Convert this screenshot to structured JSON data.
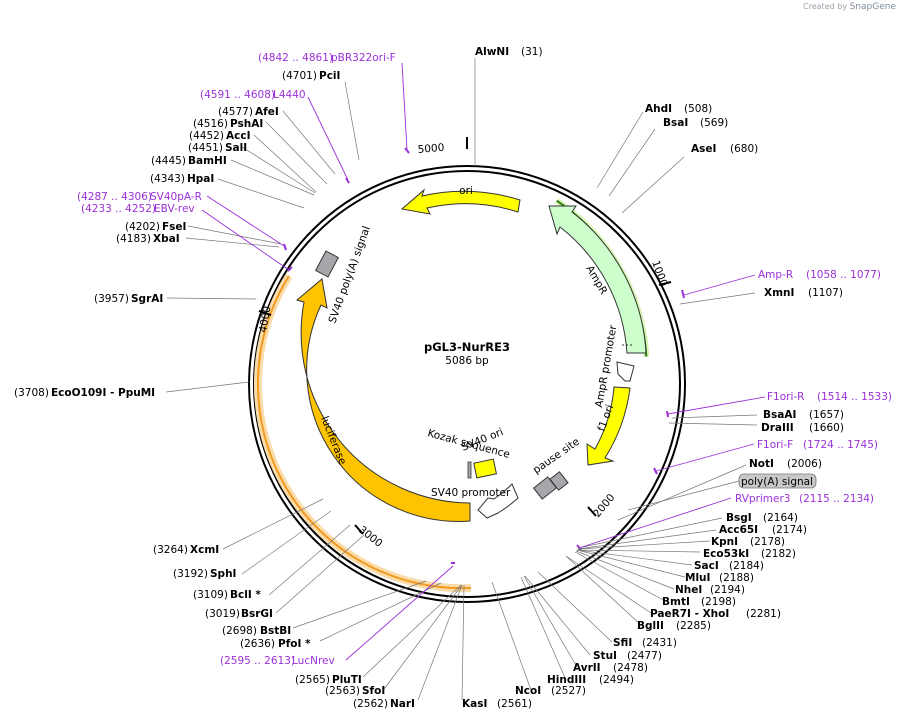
{
  "credit": {
    "prefix": "Created by",
    "brand": "SnapGene"
  },
  "plasmid": {
    "name": "pGL3-NurRE3",
    "length": "5086 bp",
    "bp": 5086
  },
  "ticks": [
    "1000",
    "2000",
    "3000",
    "4000",
    "5000"
  ],
  "enzymes": [
    {
      "name": "AlwNI",
      "pos": "(31)"
    },
    {
      "name": "AhdI",
      "pos": "(508)"
    },
    {
      "name": "BsaI",
      "pos": "(569)"
    },
    {
      "name": "AseI",
      "pos": "(680)"
    },
    {
      "name": "XmnI",
      "pos": "(1107)"
    },
    {
      "name": "BsaAI",
      "pos": "(1657)"
    },
    {
      "name": "DraIII",
      "pos": "(1660)"
    },
    {
      "name": "NotI",
      "pos": "(2006)"
    },
    {
      "name": "BsgI",
      "pos": "(2164)"
    },
    {
      "name": "Acc65I",
      "pos": "(2174)"
    },
    {
      "name": "KpnI",
      "pos": "(2178)"
    },
    {
      "name": "Eco53kI",
      "pos": "(2182)"
    },
    {
      "name": "SacI",
      "pos": "(2184)"
    },
    {
      "name": "MluI",
      "pos": "(2188)"
    },
    {
      "name": "NheI",
      "pos": "(2194)"
    },
    {
      "name": "BmtI",
      "pos": "(2198)"
    },
    {
      "name": "PaeR7I - XhoI",
      "pos": "(2281)"
    },
    {
      "name": "BglII",
      "pos": "(2285)"
    },
    {
      "name": "SfiI",
      "pos": "(2431)"
    },
    {
      "name": "StuI",
      "pos": "(2477)"
    },
    {
      "name": "AvrII",
      "pos": "(2478)"
    },
    {
      "name": "HindIII",
      "pos": "(2494)"
    },
    {
      "name": "NcoI",
      "pos": "(2527)"
    },
    {
      "name": "KasI",
      "pos": "(2561)"
    },
    {
      "name": "NarI",
      "pos": "(2562)"
    },
    {
      "name": "SfoI",
      "pos": "(2563)"
    },
    {
      "name": "PluTI",
      "pos": "(2565)"
    },
    {
      "name": "PfoI *",
      "pos": "(2636)"
    },
    {
      "name": "BstBI",
      "pos": "(2698)"
    },
    {
      "name": "BsrGI",
      "pos": "(3019)"
    },
    {
      "name": "BclI *",
      "pos": "(3109)"
    },
    {
      "name": "SphI",
      "pos": "(3192)"
    },
    {
      "name": "XcmI",
      "pos": "(3264)"
    },
    {
      "name": "EcoO109I - PpuMI",
      "pos": "(3708)"
    },
    {
      "name": "SgrAI",
      "pos": "(3957)"
    },
    {
      "name": "XbaI",
      "pos": "(4183)"
    },
    {
      "name": "FseI",
      "pos": "(4202)"
    },
    {
      "name": "HpaI",
      "pos": "(4343)"
    },
    {
      "name": "BamHI",
      "pos": "(4445)"
    },
    {
      "name": "SalI",
      "pos": "(4451)"
    },
    {
      "name": "AccI",
      "pos": "(4452)"
    },
    {
      "name": "PshAI",
      "pos": "(4516)"
    },
    {
      "name": "AfeI",
      "pos": "(4577)"
    },
    {
      "name": "PciI",
      "pos": "(4701)"
    }
  ],
  "primers": [
    {
      "name": "Amp-R",
      "range": "(1058 .. 1077)"
    },
    {
      "name": "F1ori-R",
      "range": "(1514 .. 1533)"
    },
    {
      "name": "F1ori-F",
      "range": "(1724 .. 1745)"
    },
    {
      "name": "RVprimer3",
      "range": "(2115 .. 2134)"
    },
    {
      "name": "LucNrev",
      "range": "(2595 .. 2613)"
    },
    {
      "name": "EBV-rev",
      "range": "(4233 .. 4252)"
    },
    {
      "name": "SV40pA-R",
      "range": "(4287 .. 4306)"
    },
    {
      "name": "L4440",
      "range": "(4591 .. 4608)"
    },
    {
      "name": "pBR322ori-F",
      "range": "(4842 .. 4861)"
    }
  ],
  "features": {
    "ori": "ori",
    "ampr": "AmpR",
    "ampr_promoter": "AmpR promoter",
    "f1_ori": "f1 ori",
    "pause_site": "pause site",
    "polya_signal": "poly(A) signal",
    "sv40_promoter": "SV40 promoter",
    "sv40_ori": "SV40 ori",
    "kozak": "Kozak sequence",
    "luciferase": "luciferase",
    "sv40_polya": "SV40 poly(A) signal"
  },
  "colors": {
    "ori": "#ffff00",
    "ampr": "#ccffcc",
    "amp_primer_band": "#2e7d0f",
    "luciferase": "#ffc400",
    "luc_band": "#f39a1f",
    "primer": "#9b30d9",
    "site_grey": "#a5a7aa"
  }
}
